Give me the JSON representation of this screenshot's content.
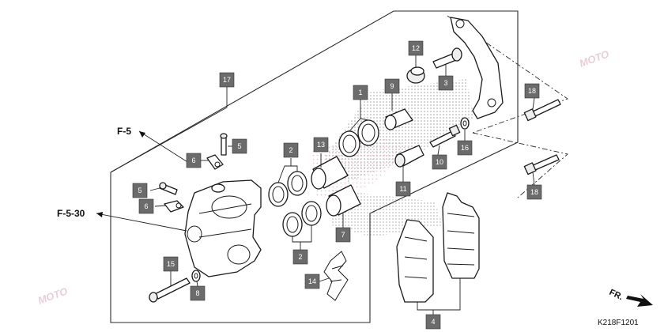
{
  "callouts": [
    {
      "id": "c1",
      "label": "1"
    },
    {
      "id": "c2a",
      "label": "2"
    },
    {
      "id": "c2b",
      "label": "2"
    },
    {
      "id": "c3",
      "label": "3"
    },
    {
      "id": "c4",
      "label": "4"
    },
    {
      "id": "c5a",
      "label": "5"
    },
    {
      "id": "c5b",
      "label": "5"
    },
    {
      "id": "c6a",
      "label": "6"
    },
    {
      "id": "c6b",
      "label": "6"
    },
    {
      "id": "c7",
      "label": "7"
    },
    {
      "id": "c8",
      "label": "8"
    },
    {
      "id": "c9",
      "label": "9"
    },
    {
      "id": "c10",
      "label": "10"
    },
    {
      "id": "c11",
      "label": "11"
    },
    {
      "id": "c12",
      "label": "12"
    },
    {
      "id": "c13",
      "label": "13"
    },
    {
      "id": "c14",
      "label": "14"
    },
    {
      "id": "c15",
      "label": "15"
    },
    {
      "id": "c16",
      "label": "16"
    },
    {
      "id": "c17",
      "label": "17"
    },
    {
      "id": "c18a",
      "label": "18"
    },
    {
      "id": "c18b",
      "label": "18"
    }
  ],
  "references": {
    "f5": "F-5",
    "f530": "F-5-30"
  },
  "direction_label": "FR.",
  "diagram_code": "K218F1201",
  "watermark": "MOTO"
}
